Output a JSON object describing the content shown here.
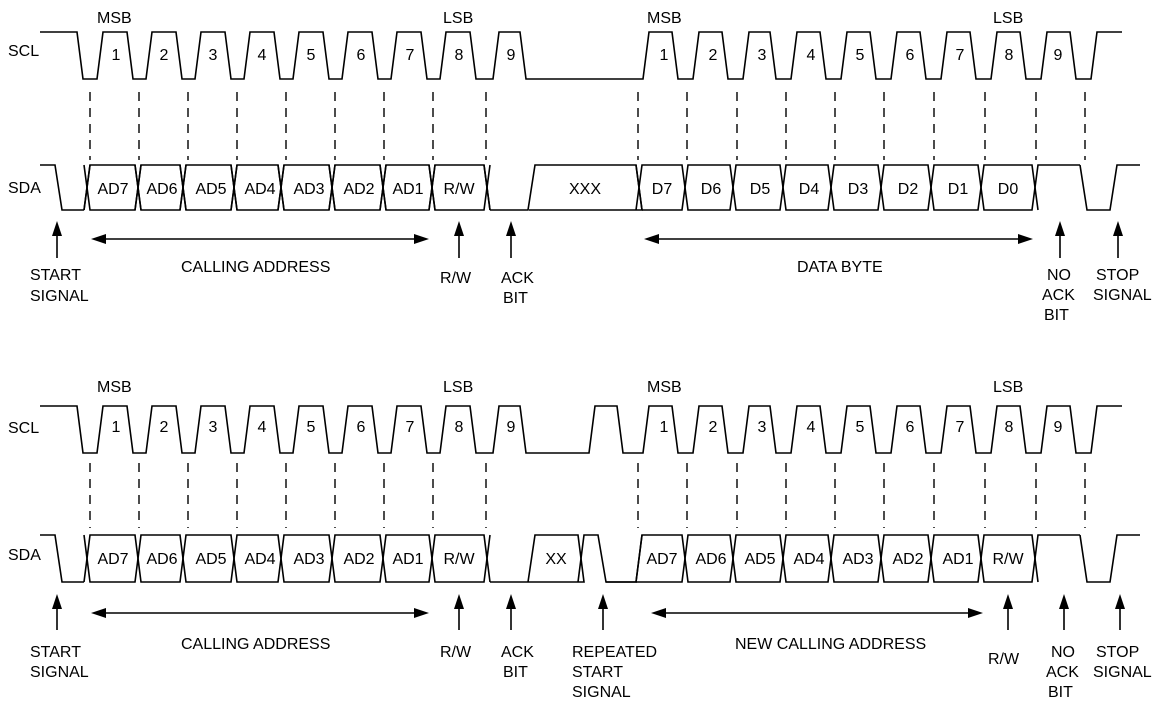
{
  "diagrams": [
    {
      "scl_label": "SCL",
      "sda_label": "SDA",
      "clock_numbers": [
        "1",
        "2",
        "3",
        "4",
        "5",
        "6",
        "7",
        "8",
        "9",
        "1",
        "2",
        "3",
        "4",
        "5",
        "6",
        "7",
        "8",
        "9"
      ],
      "msb_labels": [
        "MSB",
        "MSB"
      ],
      "lsb_labels": [
        "LSB",
        "LSB"
      ],
      "sda_bits": [
        "AD7",
        "AD6",
        "AD5",
        "AD4",
        "AD3",
        "AD2",
        "AD1",
        "R/W",
        "XXX",
        "D7",
        "D6",
        "D5",
        "D4",
        "D3",
        "D2",
        "D1",
        "D0"
      ],
      "annotations": {
        "start": [
          "START",
          "SIGNAL"
        ],
        "calling_address": "CALLING ADDRESS",
        "rw": "R/W",
        "ack": [
          "ACK",
          "BIT"
        ],
        "data_byte": "DATA BYTE",
        "no_ack": [
          "NO",
          "ACK",
          "BIT"
        ],
        "stop": [
          "STOP",
          "SIGNAL"
        ]
      }
    },
    {
      "scl_label": "SCL",
      "sda_label": "SDA",
      "clock_numbers": [
        "1",
        "2",
        "3",
        "4",
        "5",
        "6",
        "7",
        "8",
        "9",
        "1",
        "2",
        "3",
        "4",
        "5",
        "6",
        "7",
        "8",
        "9"
      ],
      "msb_labels": [
        "MSB",
        "MSB"
      ],
      "lsb_labels": [
        "LSB",
        "LSB"
      ],
      "sda_bits": [
        "AD7",
        "AD6",
        "AD5",
        "AD4",
        "AD3",
        "AD2",
        "AD1",
        "R/W",
        "XX",
        "AD7",
        "AD6",
        "AD5",
        "AD4",
        "AD3",
        "AD2",
        "AD1",
        "R/W"
      ],
      "annotations": {
        "start": [
          "START",
          "SIGNAL"
        ],
        "calling_address": "CALLING ADDRESS",
        "rw": "R/W",
        "ack": [
          "ACK",
          "BIT"
        ],
        "repeated_start": [
          "REPEATED",
          "START",
          "SIGNAL"
        ],
        "new_calling_address": "NEW CALLING ADDRESS",
        "rw2": "R/W",
        "no_ack": [
          "NO",
          "ACK",
          "BIT"
        ],
        "stop": [
          "STOP",
          "SIGNAL"
        ]
      }
    }
  ]
}
